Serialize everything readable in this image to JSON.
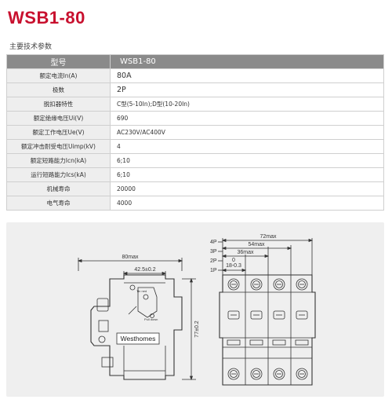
{
  "title": "WSB1-80",
  "subtitle": "主要技术参数",
  "table": {
    "header": {
      "label": "型号",
      "value": "WSB1-80"
    },
    "rows": [
      {
        "label": "额定电流In(A)",
        "value": "80A"
      },
      {
        "label": "极数",
        "value": "2P"
      },
      {
        "label": "脱扣器特性",
        "value": "C型(5-10In);D型(10-20In)"
      },
      {
        "label": "额定绝缘电压Ui(V)",
        "value": "690"
      },
      {
        "label": "额定工作电压Ue(V)",
        "value": "AC230V/AC400V"
      },
      {
        "label": "额定冲击耐受电压Uimp(kV)",
        "value": "4"
      },
      {
        "label": "额定短路能力Icn(kA)",
        "value": "6;10"
      },
      {
        "label": "运行短路能力Ics(kA)",
        "value": "6;10"
      },
      {
        "label": "机械寿命",
        "value": "20000"
      },
      {
        "label": "电气寿命",
        "value": "4000"
      }
    ]
  },
  "side_drawing": {
    "width_dim": "80max",
    "inner_dim": "42.5±0.2",
    "height_dim": "77±0.2",
    "brand": "Westhomes",
    "on_text": "Tin ned",
    "off_text": "Pull down"
  },
  "front_drawing": {
    "dim_4p": "72max",
    "dim_3p": "54max",
    "dim_2p": "36max",
    "dim_1p": "18-0.3",
    "dim_1p_tol": "0",
    "labels": [
      "4P",
      "3P",
      "2P",
      "1P"
    ]
  }
}
